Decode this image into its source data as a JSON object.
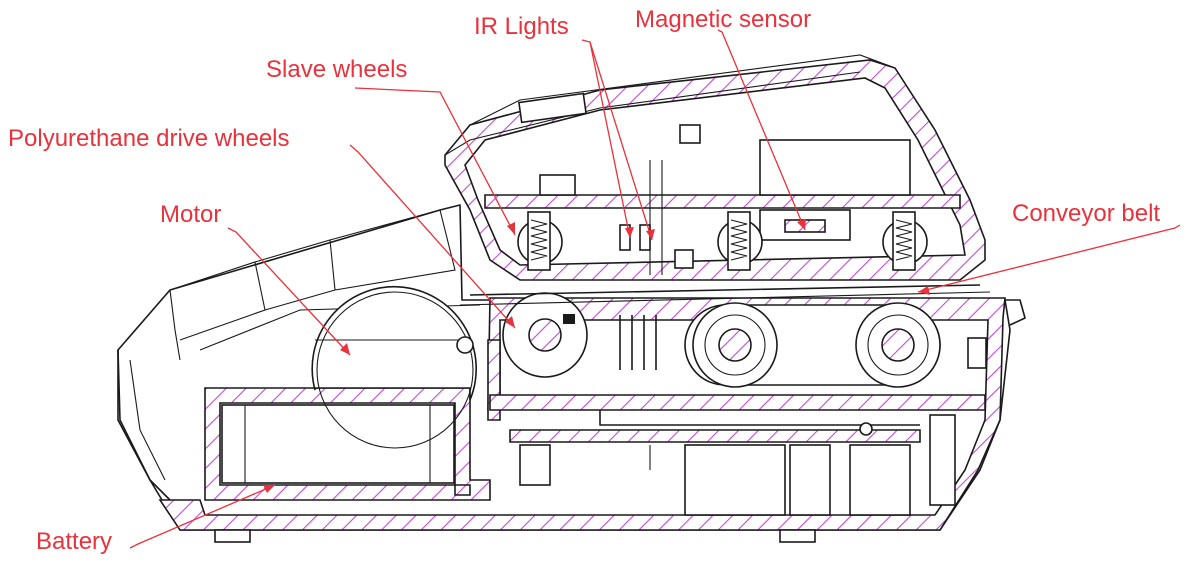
{
  "diagram": {
    "labels": {
      "ir_lights": "IR Lights",
      "magnetic_sensor": "Magnetic sensor",
      "slave_wheels": "Slave wheels",
      "drive_wheels": "Polyurethane drive wheels",
      "motor": "Motor",
      "conveyor_belt": "Conveyor belt",
      "battery": "Battery"
    },
    "colors": {
      "label": "#e8323c",
      "hatch": "#c24ad6",
      "outline": "#1a1a1a"
    }
  }
}
